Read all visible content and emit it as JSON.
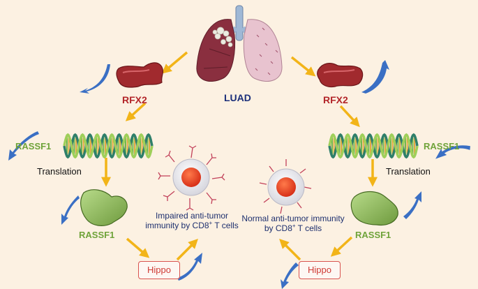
{
  "title": "LUAD",
  "left": {
    "rfx2": "RFX2",
    "rassf1_gene": "RASSF1",
    "translation": "Translation",
    "rassf1_protein": "RASSF1",
    "hippo": "Hippo",
    "immunity_line1": "Impaired anti-tumor",
    "immunity_line2_pre": "immunity by CD8",
    "immunity_sup": "+",
    "immunity_line2_post": " T cells"
  },
  "right": {
    "rfx2": "RFX2",
    "rassf1_gene": "RASSF1",
    "translation": "Translation",
    "rassf1_protein": "RASSF1",
    "hippo": "Hippo",
    "immunity_line1": "Normal anti-tumor immunity",
    "immunity_line2_pre": "by CD8",
    "immunity_sup": "+",
    "immunity_line2_post": " T cells"
  },
  "colors": {
    "background": "#fcf1e2",
    "arrow_yellow": "#f2b418",
    "trend_arrow_blue": "#3a6fc4",
    "label_red": "#b3262a",
    "label_green": "#6fa33a",
    "label_navy": "#1b2f7a"
  }
}
